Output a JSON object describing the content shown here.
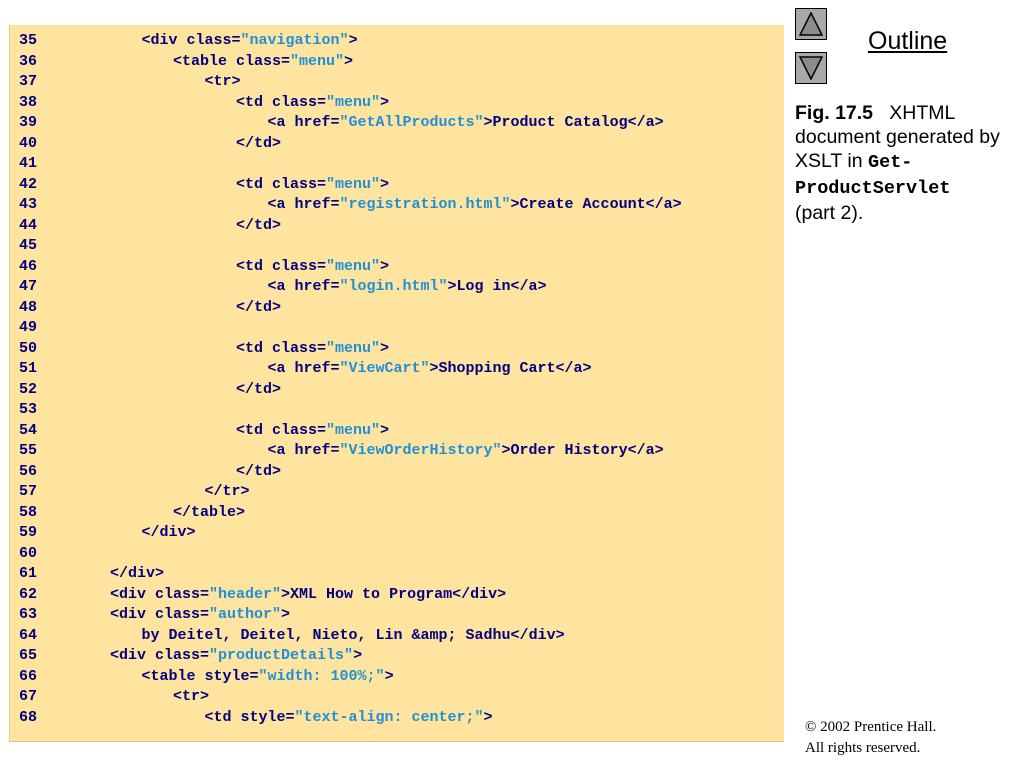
{
  "outline_label": "Outline",
  "nav": {
    "up_icon": "triangle-up-icon",
    "down_icon": "triangle-down-icon"
  },
  "caption": {
    "fig": "Fig. 17.5",
    "text1": "XHTML document generated by XSLT in ",
    "code_a": "Get-",
    "code_b": "ProductServlet",
    "text2": "(part 2)."
  },
  "copyright": {
    "line1": "© 2002 Prentice Hall.",
    "line2": "All rights reserved."
  },
  "colors": {
    "panel_bg": "#ffe4a0",
    "code_text": "#000080",
    "string_text": "#1f8fd6",
    "nav_button": "#a8a8a8"
  },
  "code_lines": [
    {
      "num": "35",
      "indent": 3,
      "parts": [
        {
          "t": "<div class="
        },
        {
          "t": "\"navigation\"",
          "s": true
        },
        {
          "t": ">"
        }
      ]
    },
    {
      "num": "36",
      "indent": 4,
      "parts": [
        {
          "t": "<table class="
        },
        {
          "t": "\"menu\"",
          "s": true
        },
        {
          "t": ">"
        }
      ]
    },
    {
      "num": "37",
      "indent": 5,
      "parts": [
        {
          "t": "<tr>"
        }
      ]
    },
    {
      "num": "38",
      "indent": 6,
      "parts": [
        {
          "t": "<td class="
        },
        {
          "t": "\"menu\"",
          "s": true
        },
        {
          "t": ">"
        }
      ]
    },
    {
      "num": "39",
      "indent": 7,
      "parts": [
        {
          "t": "<a href="
        },
        {
          "t": "\"GetAllProducts\"",
          "s": true
        },
        {
          "t": ">Product Catalog</a>"
        }
      ]
    },
    {
      "num": "40",
      "indent": 6,
      "parts": [
        {
          "t": "</td>"
        }
      ]
    },
    {
      "num": "41",
      "indent": 0,
      "parts": []
    },
    {
      "num": "42",
      "indent": 6,
      "parts": [
        {
          "t": "<td class="
        },
        {
          "t": "\"menu\"",
          "s": true
        },
        {
          "t": ">"
        }
      ]
    },
    {
      "num": "43",
      "indent": 7,
      "parts": [
        {
          "t": "<a href="
        },
        {
          "t": "\"registration.html\"",
          "s": true
        },
        {
          "t": ">Create Account</a>"
        }
      ]
    },
    {
      "num": "44",
      "indent": 6,
      "parts": [
        {
          "t": "</td>"
        }
      ]
    },
    {
      "num": "45",
      "indent": 0,
      "parts": []
    },
    {
      "num": "46",
      "indent": 6,
      "parts": [
        {
          "t": "<td class="
        },
        {
          "t": "\"menu\"",
          "s": true
        },
        {
          "t": ">"
        }
      ]
    },
    {
      "num": "47",
      "indent": 7,
      "parts": [
        {
          "t": "<a href="
        },
        {
          "t": "\"login.html\"",
          "s": true
        },
        {
          "t": ">Log in</a>"
        }
      ]
    },
    {
      "num": "48",
      "indent": 6,
      "parts": [
        {
          "t": "</td>"
        }
      ]
    },
    {
      "num": "49",
      "indent": 0,
      "parts": []
    },
    {
      "num": "50",
      "indent": 6,
      "parts": [
        {
          "t": "<td class="
        },
        {
          "t": "\"menu\"",
          "s": true
        },
        {
          "t": ">"
        }
      ]
    },
    {
      "num": "51",
      "indent": 7,
      "parts": [
        {
          "t": "<a href="
        },
        {
          "t": "\"ViewCart\"",
          "s": true
        },
        {
          "t": ">Shopping Cart</a>"
        }
      ]
    },
    {
      "num": "52",
      "indent": 6,
      "parts": [
        {
          "t": "</td>"
        }
      ]
    },
    {
      "num": "53",
      "indent": 0,
      "parts": []
    },
    {
      "num": "54",
      "indent": 6,
      "parts": [
        {
          "t": "<td class="
        },
        {
          "t": "\"menu\"",
          "s": true
        },
        {
          "t": ">"
        }
      ]
    },
    {
      "num": "55",
      "indent": 7,
      "parts": [
        {
          "t": "<a href="
        },
        {
          "t": "\"ViewOrderHistory\"",
          "s": true
        },
        {
          "t": ">Order History</a>"
        }
      ]
    },
    {
      "num": "56",
      "indent": 6,
      "parts": [
        {
          "t": "</td>"
        }
      ]
    },
    {
      "num": "57",
      "indent": 5,
      "parts": [
        {
          "t": "</tr>"
        }
      ]
    },
    {
      "num": "58",
      "indent": 4,
      "parts": [
        {
          "t": "</table>"
        }
      ]
    },
    {
      "num": "59",
      "indent": 3,
      "parts": [
        {
          "t": "</div>"
        }
      ]
    },
    {
      "num": "60",
      "indent": 0,
      "parts": []
    },
    {
      "num": "61",
      "indent": 2,
      "parts": [
        {
          "t": "</div>"
        }
      ]
    },
    {
      "num": "62",
      "indent": 2,
      "parts": [
        {
          "t": "<div class="
        },
        {
          "t": "\"header\"",
          "s": true
        },
        {
          "t": ">XML How to Program</div>"
        }
      ]
    },
    {
      "num": "63",
      "indent": 2,
      "parts": [
        {
          "t": "<div class="
        },
        {
          "t": "\"author\"",
          "s": true
        },
        {
          "t": ">"
        }
      ]
    },
    {
      "num": "64",
      "indent": 3,
      "parts": [
        {
          "t": "by Deitel, Deitel, Nieto, Lin &amp; Sadhu</div>"
        }
      ]
    },
    {
      "num": "65",
      "indent": 2,
      "parts": [
        {
          "t": "<div class="
        },
        {
          "t": "\"productDetails\"",
          "s": true
        },
        {
          "t": ">"
        }
      ]
    },
    {
      "num": "66",
      "indent": 3,
      "parts": [
        {
          "t": "<table style="
        },
        {
          "t": "\"width: 100%;\"",
          "s": true
        },
        {
          "t": ">"
        }
      ]
    },
    {
      "num": "67",
      "indent": 4,
      "parts": [
        {
          "t": "<tr>"
        }
      ]
    },
    {
      "num": "68",
      "indent": 5,
      "parts": [
        {
          "t": "<td style="
        },
        {
          "t": "\"text-align: center;\"",
          "s": true
        },
        {
          "t": ">"
        }
      ]
    }
  ]
}
